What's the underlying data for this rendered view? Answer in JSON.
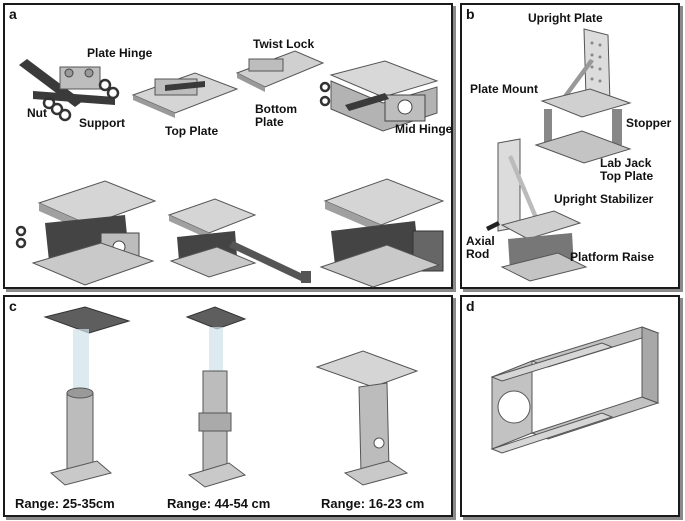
{
  "panels": {
    "a": {
      "letter": "a",
      "labels": {
        "plate_hinge": "Plate Hinge",
        "twist_lock": "Twist Lock",
        "nut": "Nut",
        "support": "Support",
        "top_plate": "Top Plate",
        "bottom_plate": "Bottom\nPlate",
        "mid_hinge": "Mid Hinge"
      }
    },
    "b": {
      "letter": "b",
      "labels": {
        "upright_plate": "Upright Plate",
        "plate_mount": "Plate Mount",
        "stopper": "Stopper",
        "lab_jack_top_plate": "Lab Jack\nTop Plate",
        "upright_stabilizer": "Upright Stabilizer",
        "axial_rod": "Axial\nRod",
        "platform_raise": "Platform Raise"
      }
    },
    "c": {
      "letter": "c",
      "ranges": [
        "Range: 25-35cm",
        "Range: 44-54 cm",
        "Range: 16-23 cm"
      ]
    },
    "d": {
      "letter": "d"
    }
  },
  "colors": {
    "part": "#b9b9b9",
    "part_dark": "#7a7a7a",
    "part_light": "#dcdcdc",
    "hinge": "#3a3a3a",
    "border": "#1a1a1a"
  }
}
